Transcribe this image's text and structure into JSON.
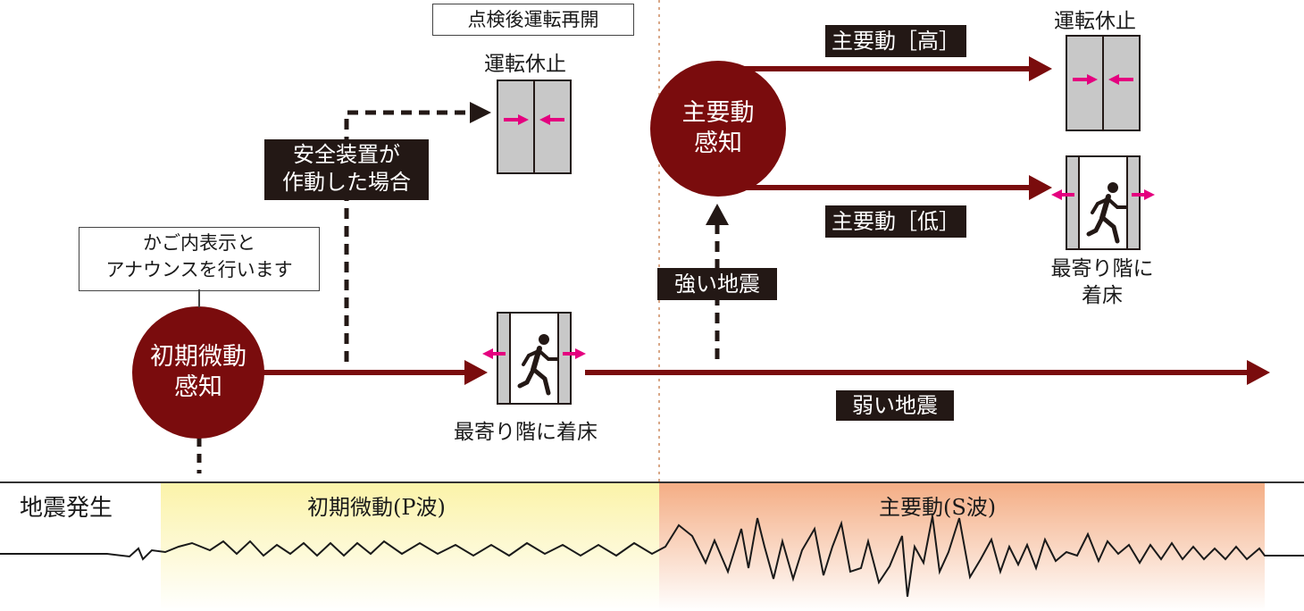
{
  "earthquake_start": "地震発生",
  "p_wave_label": "初期微動(P波)",
  "s_wave_label": "主要動(S波)",
  "initial_detect": "初期微動\n感知",
  "main_detect": "主要動\n感知",
  "announce_note": "かご内表示と\nアナウンスを行います",
  "safety_device_label": "安全装置が\n作動した場合",
  "resume_note": "点検後運転再開",
  "stop_label_1": "運転休止",
  "stop_label_2": "運転休止",
  "nearest_floor_label": "最寄り階に着床",
  "nearest_floor_label_2": "最寄り階に\n着床",
  "strong_quake": "強い地震",
  "weak_quake": "弱い地震",
  "main_high": "主要動［高］",
  "main_low": "主要動［低］",
  "colors": {
    "dark_red": "#7a0c0d",
    "black_box": "#231815",
    "magenta_arrow": "#e4007f",
    "p_wave_bg": "#fbf3b0",
    "s_wave_bg": "#f5b48a"
  },
  "icons": [
    "elevator-closed-icon",
    "elevator-open-exit-icon",
    "running-person-icon"
  ]
}
